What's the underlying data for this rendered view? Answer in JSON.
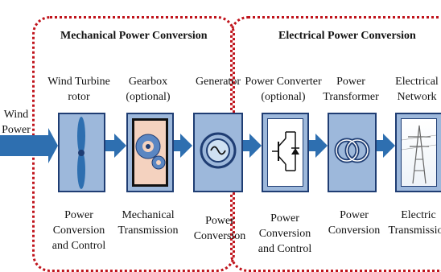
{
  "regions": {
    "mechanical_title": "Mechanical Power Conversion",
    "electrical_title": "Electrical Power Conversion"
  },
  "input_label": [
    "Wind",
    "Power"
  ],
  "blocks": [
    {
      "name": "Wind Turbine rotor",
      "top": [
        "Wind Turbine",
        "rotor"
      ],
      "bottom": [
        "Power",
        "Conversion",
        "and Control"
      ],
      "icon": "rotor-blade-icon"
    },
    {
      "name": "Gearbox (optional)",
      "top": [
        "Gearbox",
        "(optional)"
      ],
      "bottom": [
        "Mechanical",
        "Transmission"
      ],
      "icon": "gear-icon"
    },
    {
      "name": "Generator",
      "top": [
        "Generator"
      ],
      "bottom": [
        "Power",
        "Conversion"
      ],
      "icon": "generator-icon"
    },
    {
      "name": "Power Converter (optional)",
      "top": [
        "Power Converter",
        "(optional)"
      ],
      "bottom": [
        "Power",
        "Conversion",
        "and Control"
      ],
      "icon": "transistor-diode-icon"
    },
    {
      "name": "Power Transformer",
      "top": [
        "Power",
        "Transformer"
      ],
      "bottom": [
        "Power",
        "Conversion"
      ],
      "icon": "transformer-icon"
    },
    {
      "name": "Electrical Network",
      "top": [
        "Electrical",
        "Network"
      ],
      "bottom": [
        "Electric",
        "Transmission"
      ],
      "icon": "transmission-tower-icon"
    }
  ],
  "colors": {
    "region_border": "#c0141c",
    "block_fill": "#9db8db",
    "block_border": "#1f3d73",
    "arrow": "#2e6fb0",
    "gear_fill": "#f4d2bf"
  }
}
